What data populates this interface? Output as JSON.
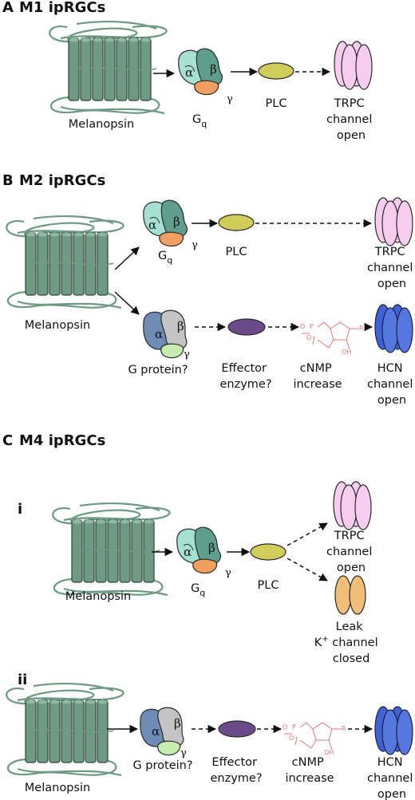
{
  "panels": {
    "a": {
      "letter": "A",
      "title": "M1 ipRGCs"
    },
    "b": {
      "letter": "B",
      "title": "M2 ipRGCs"
    },
    "c": {
      "letter": "C",
      "title": "M4 ipRGCs",
      "sub_i": "i",
      "sub_ii": "ii"
    }
  },
  "labels": {
    "melanopsin": "Melanopsin",
    "gq_main": "G",
    "gq_sub": "q",
    "alpha": "α",
    "beta": "β",
    "gamma": "γ",
    "plc": "PLC",
    "trpc": [
      "TRPC",
      "channel",
      "open"
    ],
    "g_protein": "G protein?",
    "effector": [
      "Effector",
      "enzyme?"
    ],
    "cnmp": [
      "cNMP",
      "increase"
    ],
    "hcn": [
      "HCN",
      "channel",
      "open"
    ],
    "leak": [
      "Leak",
      "K",
      "+",
      "channel",
      "closed"
    ],
    "chem_o": "O",
    "chem_p": "P",
    "chem_oh": "OH",
    "chem_r": "R",
    "chem_ominus": "O⁻"
  },
  "colors": {
    "melanopsin": "#6e9a84",
    "alpha_q": "#a6e0d2",
    "beta_q": "#5f9e8c",
    "gamma": "#f0a05e",
    "alpha_g": "#6f8cb6",
    "beta_g": "#c4c4c4",
    "gamma_g": "#c6ecb0",
    "plc": "#cfcc5a",
    "effector": "#6b4a8a",
    "trpc": "#f6cdee",
    "hcn": "#3f63d4",
    "leak": "#f0be78",
    "chem": "#e0787a"
  }
}
